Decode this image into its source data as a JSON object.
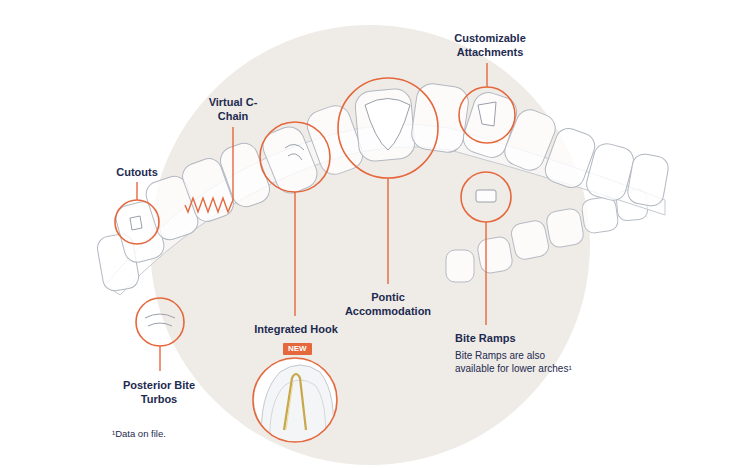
{
  "diagram": {
    "nodes": [
      {
        "text": [
          "NEW"
        ]
      }
    ],
    "labels": [
      "Customizable Attachments",
      "Virtual C-Chain",
      "Cutouts",
      "Integrated Hook",
      "Pontic Accommodation",
      "Bite Ramps",
      "Bite Ramps are also available for lower arches¹",
      "Posterior Bite Turbos",
      "¹Data on file."
    ]
  }
}
